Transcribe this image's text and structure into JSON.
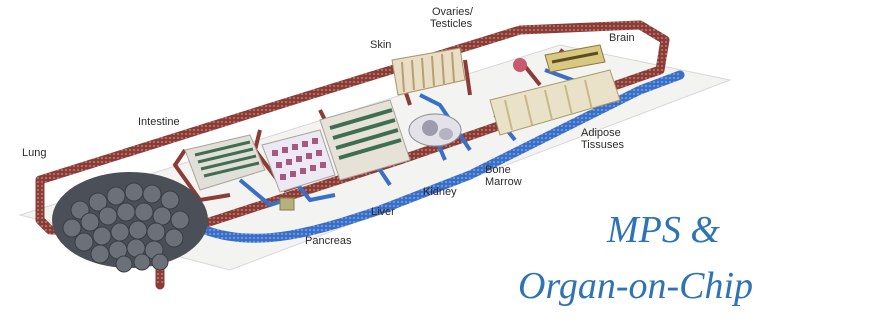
{
  "diagram": {
    "organs": [
      {
        "id": "lung",
        "label": "Lung"
      },
      {
        "id": "intestine",
        "label": "Intestine"
      },
      {
        "id": "skin",
        "label": "Skin"
      },
      {
        "id": "ovaries",
        "label": "Ovaries/\nTesticles",
        "line1": "Ovaries/",
        "line2": "Testicles"
      },
      {
        "id": "brain",
        "label": "Brain"
      },
      {
        "id": "adipose",
        "label": "Adipose Tissuses",
        "line1": "Adipose",
        "line2": "Tissuses"
      },
      {
        "id": "bone-marrow",
        "label": "Bone Marrow",
        "line1": "Bone",
        "line2": "Marrow"
      },
      {
        "id": "kidney",
        "label": "Kidney"
      },
      {
        "id": "liver",
        "label": "Liver"
      },
      {
        "id": "pancreas",
        "label": "Pancreas"
      }
    ],
    "colors": {
      "arterial_tube": "#8c3b35",
      "venous_channel": "#3a6fc9",
      "chip_body": "#e8e3d6",
      "title": "#2e74b5"
    }
  },
  "title": {
    "line1": "MPS &",
    "line2": "Organ-on-Chip"
  }
}
